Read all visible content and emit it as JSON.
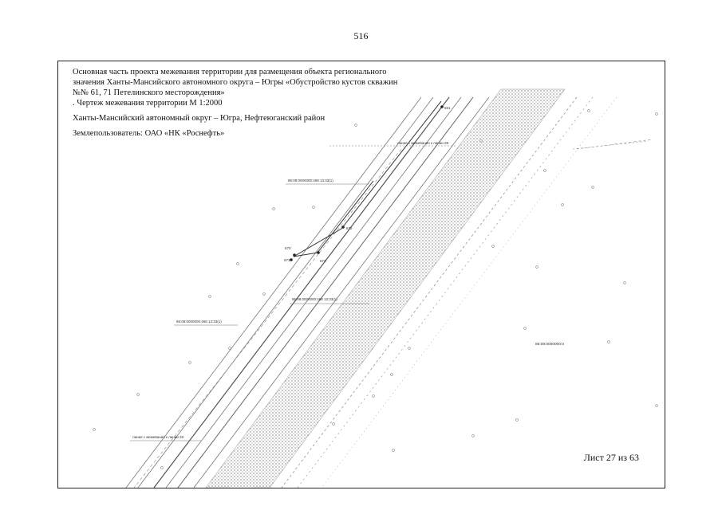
{
  "page_number": "516",
  "header": {
    "title_line_1": "Основная часть проекта межевания территории для размещения объекта регионального",
    "title_line_2": "значения Ханты-Мансийского автономного округа – Югры «Обустройство кустов скважин",
    "title_line_3": "№№ 61, 71 Петелинского месторождения»",
    "title_line_4": ". Чертеж межевания территории М 1:2000",
    "region": "Ханты-Мансийский автономный округ – Югра, Нефтеюганский район",
    "land_user": "Землепользователь: ОАО «НК «Роснефть»"
  },
  "sheet_counter": "Лист 27 из 63",
  "map": {
    "line_color": "#6a6a6a",
    "hatch_color": "#8a8a8a",
    "labels": {
      "upper_road": "линия с межевания к линии 28",
      "parcel_upper": "86:08:0000000:468 13:33(1)",
      "parcel_middle": "86:08:0000000:468 13:33(1)",
      "parcel_left": "86:08:0000000:468 13:33(1)",
      "parcel_right": "86:08:0000000:0",
      "lower_road": "линия с межевания к линии 28",
      "point_661": "661",
      "point_670": "670",
      "point_671": "671",
      "point_672": "672",
      "point_673": "673"
    }
  }
}
